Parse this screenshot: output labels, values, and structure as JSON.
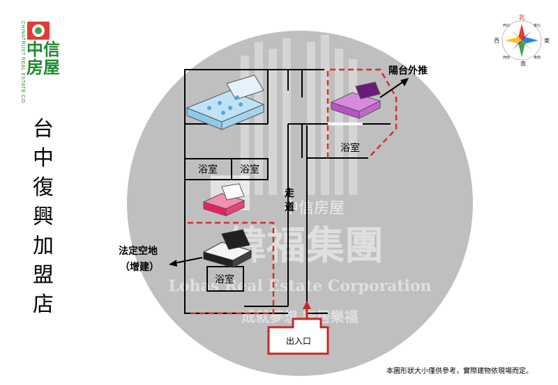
{
  "logo": {
    "side_text": "CHINATRUST REAL ESTATE CO.",
    "name_line1": "中信",
    "name_line2": "房屋"
  },
  "store": {
    "chars": [
      "台",
      "中",
      "復",
      "興",
      "加",
      "盟",
      "店"
    ]
  },
  "compass": {
    "north": "北",
    "east": "東",
    "south": "南",
    "west": "西",
    "nw": "西北",
    "ne": "東北",
    "se": "東南",
    "sw": "西南"
  },
  "floorplan": {
    "bathroom_1": "浴室",
    "bathroom_2": "浴室",
    "bathroom_3": "浴室",
    "bathroom_4": "浴室",
    "corridor_1": "走",
    "corridor_2": "道",
    "balcony": "陽台外推",
    "legal_open_line1": "法定空地",
    "legal_open_line2": "（增建）",
    "entrance": "出入口"
  },
  "watermark": {
    "group": "緯福集團",
    "english": "Lohas Real Estate Corporation",
    "slogan": "成就夢想 安居樂福",
    "small": "中信房屋"
  },
  "note": "本圖形狀大小僅供參考，實際建物依現場而定。",
  "colors": {
    "wall": "#000000",
    "dashed": "#d32f2f",
    "brand": "#1b8a2c",
    "watermark": "#9e9e9e"
  }
}
